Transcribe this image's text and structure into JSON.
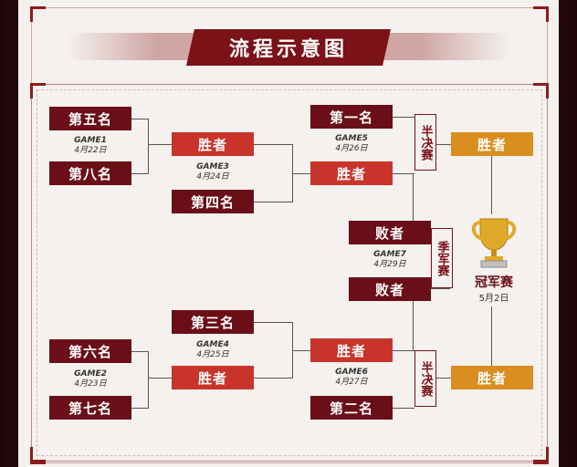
{
  "title": "流程示意图",
  "teams": {
    "t5": "第五名",
    "t8": "第八名",
    "t4": "第四名",
    "t1": "第一名",
    "t3": "第三名",
    "t6": "第六名",
    "t7": "第七名",
    "t2": "第二名"
  },
  "winner_label": "胜者",
  "loser_label": "败者",
  "games": {
    "g1": {
      "name": "GAME1",
      "date": "4月22日"
    },
    "g2": {
      "name": "GAME2",
      "date": "4月23日"
    },
    "g3": {
      "name": "GAME3",
      "date": "4月24日"
    },
    "g4": {
      "name": "GAME4",
      "date": "4月25日"
    },
    "g5": {
      "name": "GAME5",
      "date": "4月26日"
    },
    "g6": {
      "name": "GAME6",
      "date": "4月27日"
    },
    "g7": {
      "name": "GAME7",
      "date": "4月29日"
    }
  },
  "rounds": {
    "semi": "半决赛",
    "third": "季军赛"
  },
  "final": {
    "label": "冠军赛",
    "date": "5月2日"
  },
  "colors": {
    "team": "#6a0f17",
    "win": "#c8342a",
    "final_win": "#d98e1f",
    "title_bg": "#7a1218",
    "trophy": "#e0a92a"
  },
  "icons": {
    "trophy": "trophy-icon"
  }
}
